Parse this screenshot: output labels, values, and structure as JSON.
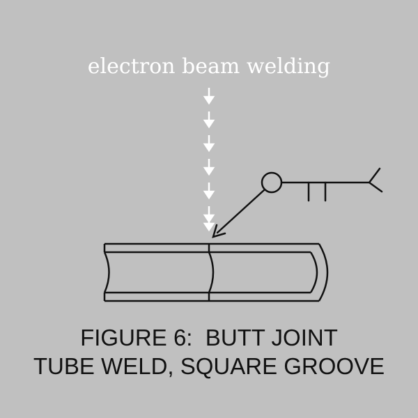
{
  "beam": {
    "label": "electron beam welding",
    "arrow_color": "#ffffff"
  },
  "figure": {
    "caption_line1": "FIGURE 6:  BUTT JOINT",
    "caption_line2": "TUBE WELD, SQUARE GROOVE"
  },
  "colors": {
    "background": "#c0c0c0",
    "line": "#111111"
  },
  "symbol": {
    "type": "weld-symbol",
    "features": [
      "weld-all-around-circle",
      "square-groove-marks",
      "tail",
      "leader-arrow"
    ]
  }
}
